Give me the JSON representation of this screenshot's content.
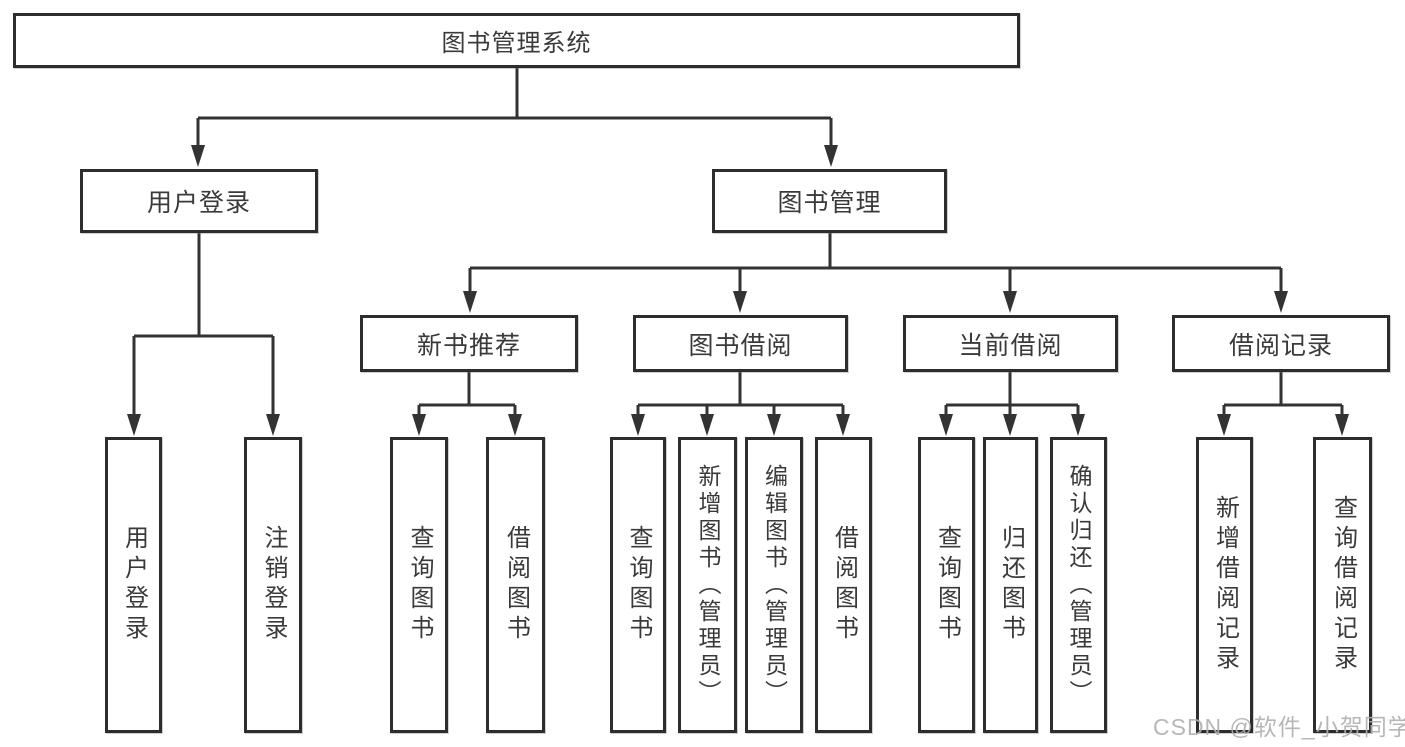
{
  "page": {
    "background": "#ffffff"
  },
  "colors": {
    "line": "#333333",
    "box_border": "#2d2d2d",
    "text": "#3a3a3a",
    "watermark": "#afafaf"
  },
  "tree": {
    "root": "图书管理系统",
    "level2": [
      "用户登录",
      "图书管理"
    ],
    "level3": [
      "新书推荐",
      "图书借阅",
      "当前借阅",
      "借阅记录"
    ],
    "leaves": {
      "login": [
        "用户登录",
        "注销登录"
      ],
      "recommend": [
        "查询图书",
        "借阅图书"
      ],
      "borrow": [
        "查询图书",
        "新增图书（管理员）",
        "编辑图书（管理员）",
        "借阅图书"
      ],
      "current": [
        "查询图书",
        "归还图书",
        "确认归还（管理员）"
      ],
      "records": [
        "新增借阅记录",
        "查询借阅记录"
      ]
    }
  },
  "watermark": "CSDN @软件_小贺同学"
}
